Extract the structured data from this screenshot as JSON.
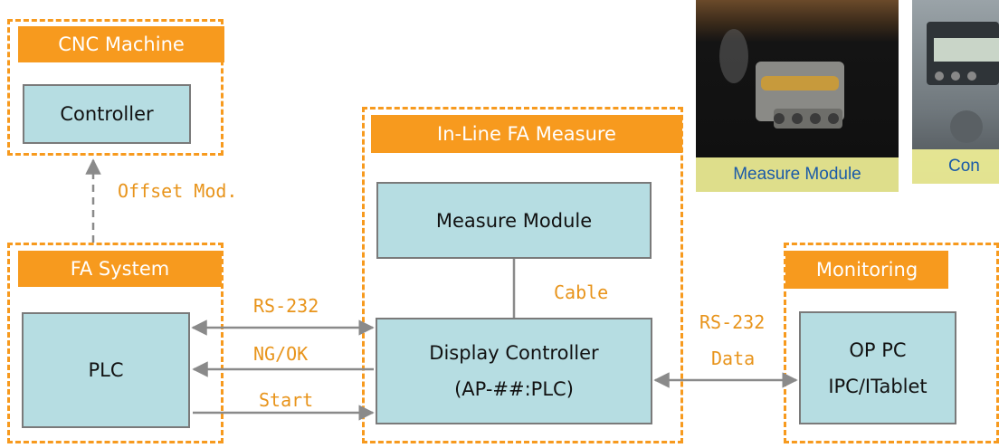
{
  "groups": {
    "cnc": {
      "title": "CNC Machine",
      "controller": "Controller"
    },
    "fa_system": {
      "title": "FA System",
      "plc": "PLC"
    },
    "inline": {
      "title": "In-Line FA Measure",
      "measure_module": "Measure Module",
      "display_controller_line1": "Display Controller",
      "display_controller_line2": "(AP-##:PLC)"
    },
    "monitoring": {
      "title": "Monitoring",
      "op_pc_line1": "OP PC",
      "op_pc_line2": "IPC/ITablet"
    }
  },
  "connections": {
    "offset": "Offset Mod.",
    "rs232_plc": "RS-232",
    "ngok": "NG/OK",
    "start": "Start",
    "cable": "Cable",
    "rs232_mon": "RS-232",
    "data": "Data"
  },
  "photos": {
    "measure_module_caption": "Measure Module",
    "controller_caption": "Con"
  },
  "colors": {
    "accent": "#f79a1e",
    "box_fill": "#b6dde2",
    "label_text": "#e8941b"
  }
}
